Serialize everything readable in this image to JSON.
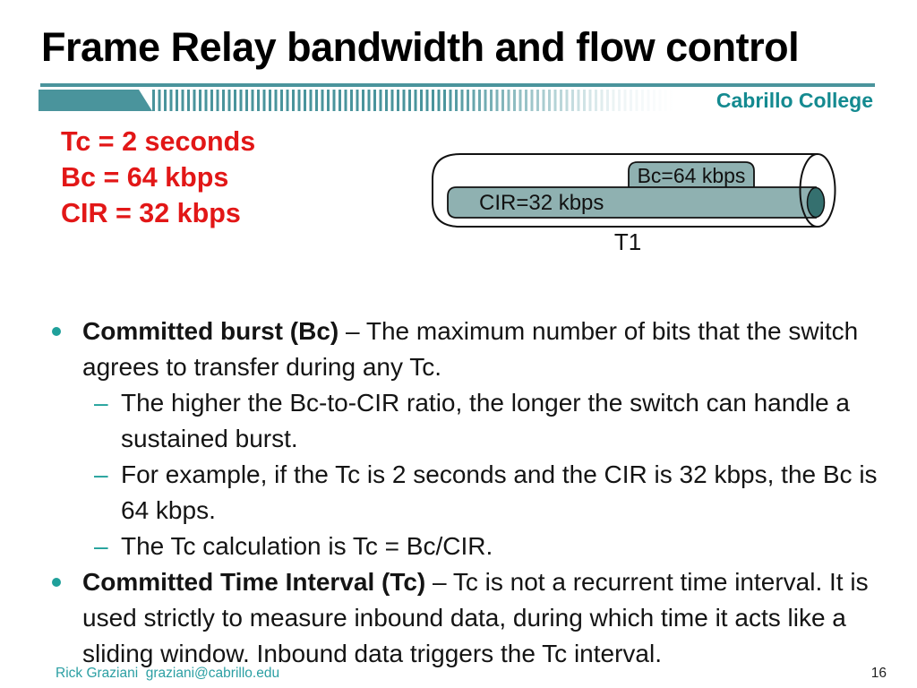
{
  "title": "Frame Relay bandwidth and flow control",
  "brand": "Cabrillo College",
  "params": {
    "line1": "Tc = 2 seconds",
    "line2": "Bc = 64 kbps",
    "line3": "CIR = 32 kbps"
  },
  "diagram": {
    "bc_label": "Bc=64 kbps",
    "cir_label": "CIR=32 kbps",
    "t1_label": "T1"
  },
  "ui": {
    "sub_marker": "–"
  },
  "bullets": {
    "b1": {
      "bold": "Committed burst (Bc)",
      "rest": " – The maximum number of bits that the switch agrees to transfer during any Tc."
    },
    "b1s1": "The higher the Bc-to-CIR ratio, the longer the switch can handle a sustained burst.",
    "b1s2": "For example, if the Tc is 2 seconds and the CIR is 32 kbps, the Bc is 64 kbps.",
    "b1s3": "The Tc calculation is Tc = Bc/CIR.",
    "b2": {
      "bold": "Committed Time Interval (Tc)",
      "rest": " – Tc is not a recurrent time interval. It is used strictly to measure inbound data, during which time it acts like a sliding window. Inbound data triggers the Tc interval."
    }
  },
  "footer": {
    "left": "Rick Graziani  graziani@cabrillo.edu",
    "page": "16"
  },
  "colors": {
    "accent_teal": "#4A949C",
    "brand_teal": "#148A90",
    "bullet_teal": "#1FA09A",
    "footer_teal": "#2B9FA3",
    "red": "#E21717",
    "pipe_fill": "#8FB1B1",
    "pipe_dark": "#35706F"
  }
}
